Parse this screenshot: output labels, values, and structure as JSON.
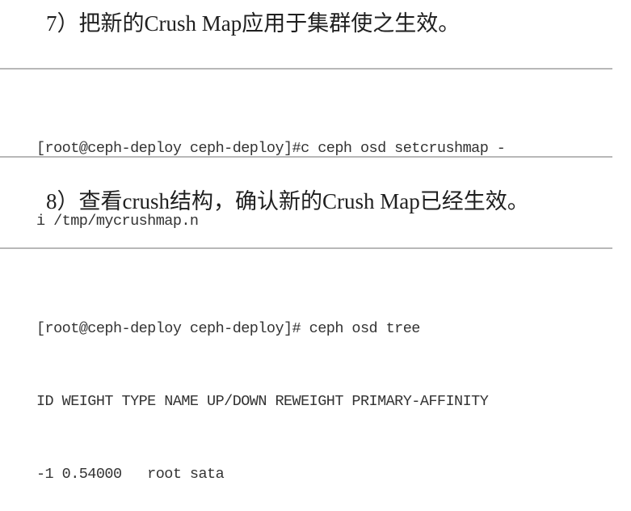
{
  "step7": {
    "heading": "7）把新的Crush Map应用于集群使之生效。",
    "code_lines": [
      "[root@ceph-deploy ceph-deploy]#c ceph osd setcrushmap -",
      "i /tmp/mycrushmap.n"
    ]
  },
  "step8": {
    "heading": "8）查看crush结构，确认新的Crush Map已经生效。",
    "code_lines": [
      "[root@ceph-deploy ceph-deploy]# ceph osd tree",
      "ID WEIGHT TYPE NAME UP/DOWN REWEIGHT PRIMARY-AFFINITY",
      "-1 0.54000   root sata"
    ]
  }
}
